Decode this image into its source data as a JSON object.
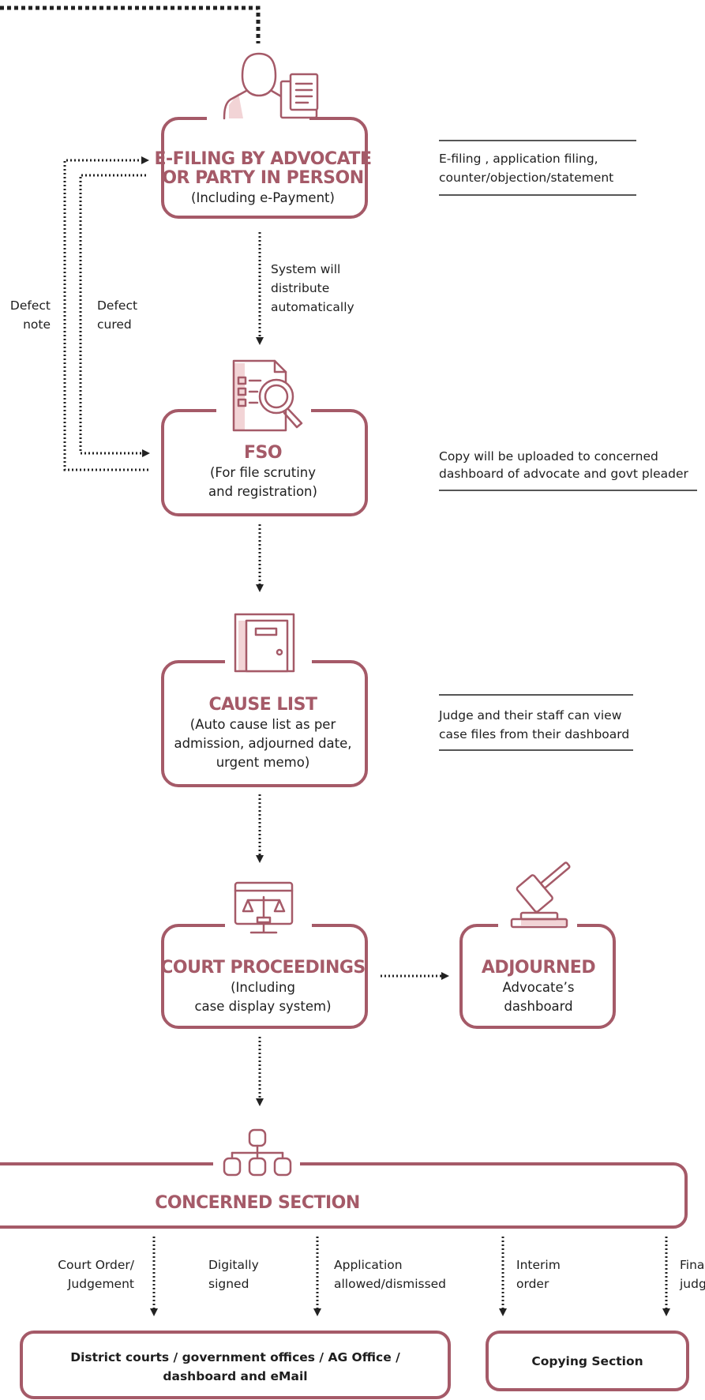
{
  "nodes": {
    "efiling": {
      "title_line1": "E-FILING BY ADVOCATE",
      "title_line2": "OR PARTY IN PERSON",
      "subtitle": "(Including e-Payment)"
    },
    "fso": {
      "title": "FSO",
      "sub_line1": "(For file scrutiny",
      "sub_line2": "and registration)"
    },
    "cause_list": {
      "title": "CAUSE LIST",
      "sub_line1": "(Auto cause list as per",
      "sub_line2": "admission, adjourned date,",
      "sub_line3": "urgent memo)"
    },
    "court_proceedings": {
      "title": "COURT PROCEEDINGS",
      "sub_line1": "(Including",
      "sub_line2": "case display system)"
    },
    "adjourned": {
      "title": "ADJOURNED",
      "sub_line1": "Advocate’s",
      "sub_line2": "dashboard"
    },
    "concerned_section": {
      "title": "CONCERNED SECTION"
    },
    "district_courts": {
      "line1": "District courts / government offices / AG Office /",
      "line2": "dashboard and eMail"
    },
    "copying_section": {
      "label": "Copying Section"
    }
  },
  "edge_labels": {
    "system_distribute": [
      "System will",
      "distribute",
      "automatically"
    ],
    "defect_note": [
      "Defect",
      "note"
    ],
    "defect_cured": [
      "Defect",
      "cured"
    ],
    "court_order": [
      "Court Order/",
      "Judgement"
    ],
    "digitally_signed": [
      "Digitally",
      "signed"
    ],
    "application": [
      "Application",
      "allowed/dismissed"
    ],
    "interim": [
      "Interim",
      "order"
    ],
    "final": [
      "Fina",
      "judg"
    ]
  },
  "notes": {
    "efiling_note": [
      "E-filing , application filing,",
      "counter/objection/statement"
    ],
    "fso_note": [
      "Copy will be uploaded to concerned",
      "dashboard of advocate and govt pleader"
    ],
    "cause_note": [
      "Judge and their staff can view",
      "case files from their dashboard"
    ]
  },
  "colors": {
    "accent": "#a55a68",
    "icon_fill": "#f2d4d6",
    "text": "#1e1e1e"
  },
  "icons": [
    "user-document-icon",
    "document-search-icon",
    "door-icon",
    "court-monitor-icon",
    "gavel-icon",
    "org-chart-icon"
  ]
}
